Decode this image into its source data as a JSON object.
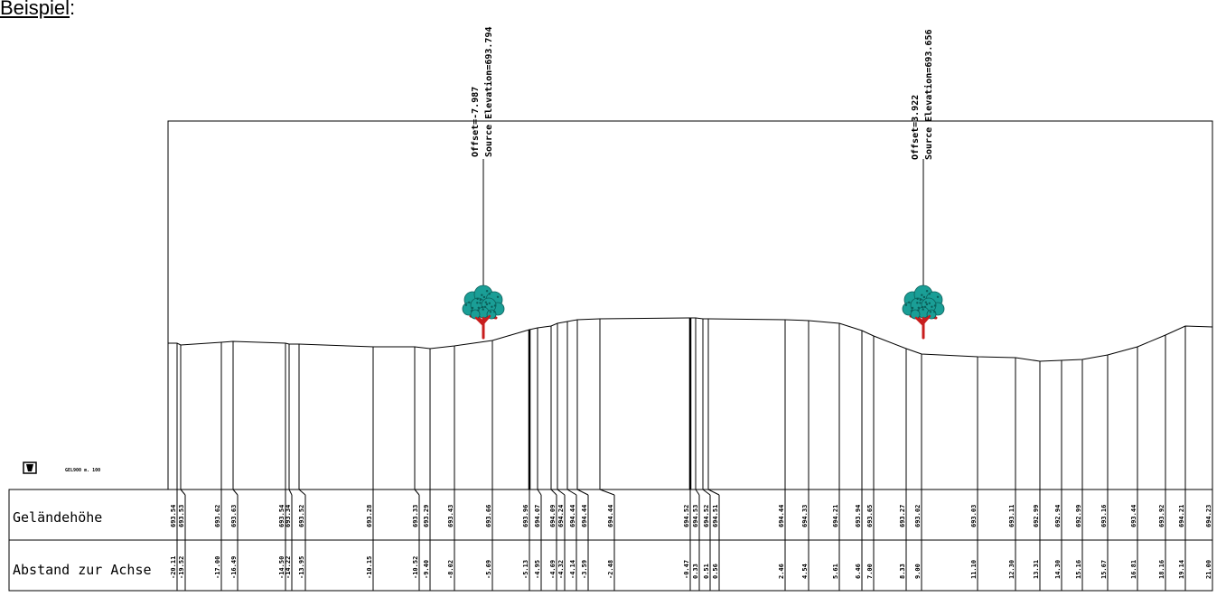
{
  "heading": {
    "text": "Beispiel",
    "suffix": ":"
  },
  "scale_label": "GEL900 m. 100",
  "rows": {
    "elevation_label": "Geländehöhe",
    "offset_label": "Abstand zur Achse"
  },
  "trees": [
    {
      "offset_text": "Offset=-7.987",
      "elev_text": "Source Elevation=693.794"
    },
    {
      "offset_text": "Offset=3.922",
      "elev_text": "Source Elevation=693.656"
    }
  ],
  "stations": [
    {
      "elev": "693.54",
      "offset": "-20.11"
    },
    {
      "elev": "693.53",
      "offset": "-19.52"
    },
    {
      "elev": "693.62",
      "offset": "-17.00"
    },
    {
      "elev": "693.63",
      "offset": "-16.49"
    },
    {
      "elev": "693.54",
      "offset": "-14.50"
    },
    {
      "elev": "693.34",
      "offset": "-14.22"
    },
    {
      "elev": "693.52",
      "offset": "-13.95"
    },
    {
      "elev": "693.28",
      "offset": "-10.15"
    },
    {
      "elev": "693.33",
      "offset": "-10.52"
    },
    {
      "elev": "693.29",
      "offset": "-9.40"
    },
    {
      "elev": "693.43",
      "offset": "-8.02"
    },
    {
      "elev": "693.66",
      "offset": "-5.69"
    },
    {
      "elev": "693.96",
      "offset": "-5.13"
    },
    {
      "elev": "694.07",
      "offset": "-4.95"
    },
    {
      "elev": "694.09",
      "offset": "-4.69"
    },
    {
      "elev": "694.24",
      "offset": "-4.32"
    },
    {
      "elev": "694.44",
      "offset": "-4.14"
    },
    {
      "elev": "694.44",
      "offset": "-3.59"
    },
    {
      "elev": "694.44",
      "offset": "-2.48"
    },
    {
      "elev": "694.52",
      "offset": "-0.47"
    },
    {
      "elev": "694.53",
      "offset": "0.33"
    },
    {
      "elev": "694.52",
      "offset": "0.51"
    },
    {
      "elev": "694.51",
      "offset": "0.56"
    },
    {
      "elev": "694.44",
      "offset": "2.46"
    },
    {
      "elev": "694.33",
      "offset": "4.54"
    },
    {
      "elev": "694.21",
      "offset": "5.61"
    },
    {
      "elev": "693.94",
      "offset": "6.46"
    },
    {
      "elev": "693.65",
      "offset": "7.00"
    },
    {
      "elev": "693.27",
      "offset": "8.33"
    },
    {
      "elev": "693.02",
      "offset": "9.00"
    },
    {
      "elev": "693.03",
      "offset": "11.10"
    },
    {
      "elev": "693.11",
      "offset": "12.30"
    },
    {
      "elev": "692.99",
      "offset": "13.31"
    },
    {
      "elev": "692.94",
      "offset": "14.30"
    },
    {
      "elev": "692.99",
      "offset": "15.16"
    },
    {
      "elev": "693.16",
      "offset": "15.67"
    },
    {
      "elev": "693.44",
      "offset": "16.81"
    },
    {
      "elev": "693.92",
      "offset": "18.16"
    },
    {
      "elev": "694.21",
      "offset": "19.14"
    },
    {
      "elev": "694.23",
      "offset": "21.00"
    }
  ],
  "colors": {
    "line": "#000000",
    "foliage": "#1a9e96",
    "foliage_dark": "#0b5f5a",
    "trunk": "#c81e1e"
  }
}
